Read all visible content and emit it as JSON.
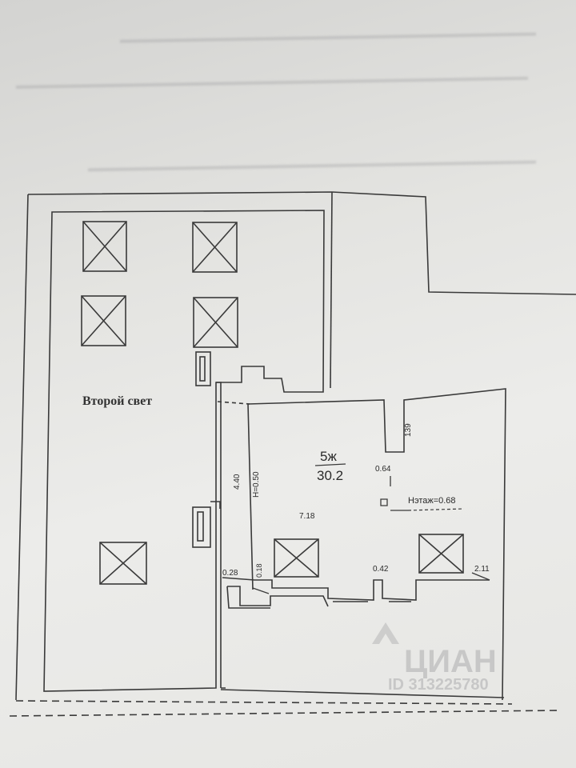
{
  "plan": {
    "second_light_label": "Второй свет",
    "room": {
      "name": "5ж",
      "area": "30.2"
    },
    "dimensions": {
      "d_139": "139",
      "d_064": "0.64",
      "d_440": "4.40",
      "d_h050": "H=0.50",
      "d_718": "7.18",
      "d_h068": "Нэтаж=0.68",
      "d_028": "0.28",
      "d_018": "0.18",
      "d_042": "0.42",
      "d_211": "2.11"
    }
  },
  "watermark": {
    "brand": "ЦИАН",
    "id_text": "ID 313225780"
  },
  "colors": {
    "line": "#3a3a3a",
    "paper": "#e6e6e3"
  }
}
